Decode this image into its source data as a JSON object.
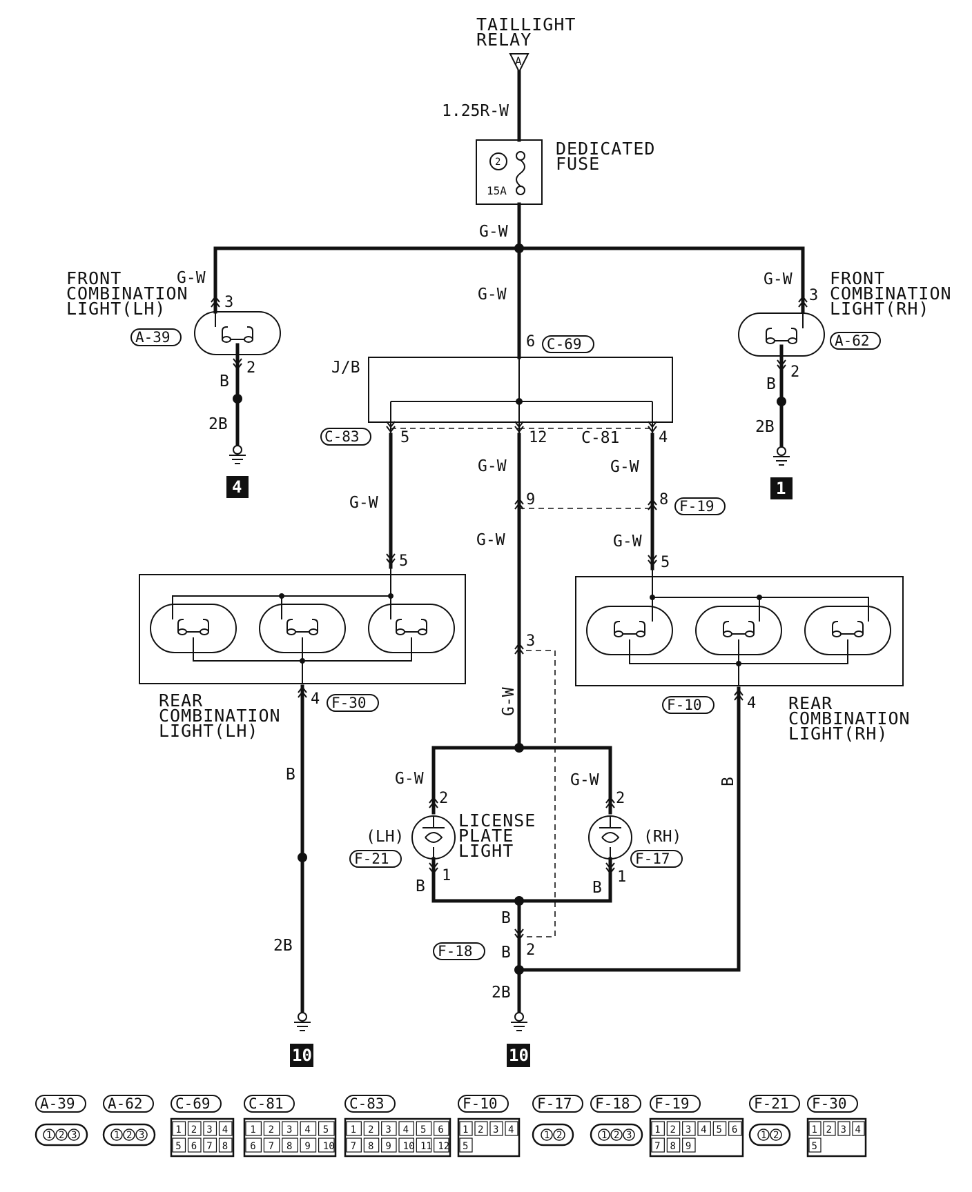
{
  "source": {
    "name": "TAILLIGHT",
    "name2": "RELAY",
    "terminal": "A",
    "wire": "1.25R-W"
  },
  "fuse": {
    "title": "DEDICATED",
    "title2": "FUSE",
    "number": "2",
    "rating": "15A"
  },
  "wires": {
    "gw": "G-W",
    "b": "B",
    "b2": "2B"
  },
  "front_lh": {
    "line1": "FRONT",
    "line2": "COMBINATION",
    "line3": "LIGHT(LH)",
    "connector": "A-39",
    "pin_in": "3",
    "pin_out": "2",
    "ground": "4"
  },
  "front_rh": {
    "line1": "FRONT",
    "line2": "COMBINATION",
    "line3": "LIGHT(RH)",
    "connector": "A-62",
    "pin_in": "3",
    "pin_out": "2",
    "ground": "1"
  },
  "junction_block": {
    "label": "J/B",
    "conn_in": "C-69",
    "pin_in": "6",
    "conn_left": "C-83",
    "pin_left": "5",
    "pin_mid": "12",
    "conn_right": "C-81",
    "pin_right": "4"
  },
  "intermediate": {
    "connector": "F-19",
    "pin_left": "9",
    "pin_right": "8"
  },
  "rear_lh": {
    "line1": "REAR",
    "line2": "COMBINATION",
    "line3": "LIGHT(LH)",
    "connector": "F-30",
    "pin_in": "5",
    "pin_out": "4",
    "ground": "10"
  },
  "rear_rh": {
    "line1": "REAR",
    "line2": "COMBINATION",
    "line3": "LIGHT(RH)",
    "connector": "F-10",
    "pin_in": "5",
    "pin_out": "4"
  },
  "license_plate": {
    "line1": "LICENSE",
    "line2": "PLATE",
    "line3": "LIGHT",
    "lh_label": "(LH)",
    "lh_connector": "F-21",
    "rh_label": "(RH)",
    "rh_connector": "F-17",
    "pin_in": "2",
    "pin_out": "1",
    "feed_pin": "3"
  },
  "ground_center": {
    "connector": "F-18",
    "pin": "2",
    "ground": "10"
  },
  "connector_legend": [
    {
      "id": "A-39",
      "pins": [
        "1",
        "2",
        "3"
      ]
    },
    {
      "id": "A-62",
      "pins": [
        "1",
        "2",
        "3"
      ]
    },
    {
      "id": "C-69",
      "pins": [
        "1",
        "2",
        "3",
        "4",
        "5",
        "6",
        "7",
        "8"
      ]
    },
    {
      "id": "C-81",
      "pins": [
        "1",
        "2",
        "3",
        "4",
        "5",
        "6",
        "7",
        "8",
        "9",
        "10"
      ]
    },
    {
      "id": "C-83",
      "pins": [
        "1",
        "2",
        "3",
        "4",
        "5",
        "6",
        "7",
        "8",
        "9",
        "10",
        "11",
        "12"
      ]
    },
    {
      "id": "F-10",
      "pins": [
        "1",
        "2",
        "3",
        "4",
        "5"
      ]
    },
    {
      "id": "F-17",
      "pins": [
        "1",
        "2"
      ]
    },
    {
      "id": "F-18",
      "pins": [
        "1",
        "2",
        "3"
      ]
    },
    {
      "id": "F-19",
      "pins": [
        "1",
        "2",
        "3",
        "4",
        "5",
        "6",
        "7",
        "8",
        "9"
      ]
    },
    {
      "id": "F-21",
      "pins": [
        "1",
        "2"
      ]
    },
    {
      "id": "F-30",
      "pins": [
        "1",
        "2",
        "3",
        "4",
        "5"
      ]
    }
  ]
}
